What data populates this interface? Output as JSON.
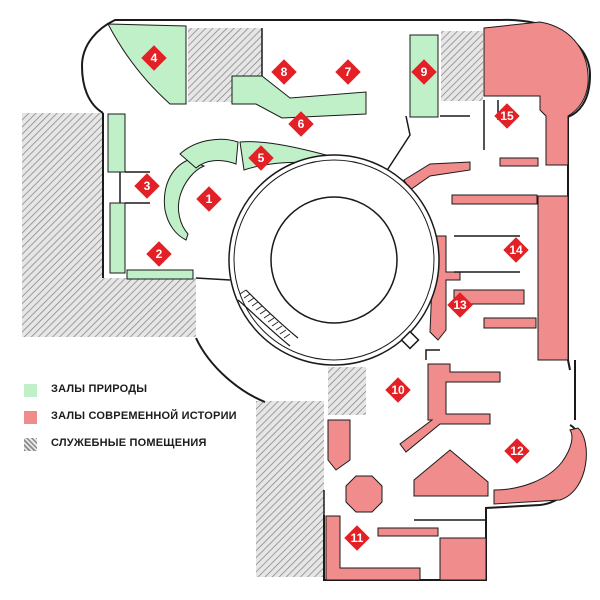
{
  "colors": {
    "nature": "#bff0c8",
    "history": "#f08c8c",
    "service_hatch": "#8a8a8a",
    "service_bg": "#e6e6e6",
    "marker": "#e32026",
    "wall": "#1a1a1a",
    "floor": "#ffffff"
  },
  "legend": [
    {
      "id": "nature",
      "label": "ЗАЛЫ ПРИРОДЫ",
      "swatch": "nature"
    },
    {
      "id": "history",
      "label": "ЗАЛЫ СОВРЕМЕННОЙ ИСТОРИИ",
      "swatch": "history"
    },
    {
      "id": "service",
      "label": "СЛУЖЕБНЫЕ ПОМЕЩЕНИЯ",
      "swatch": "service"
    }
  ],
  "rooms": [
    {
      "number": "1",
      "category": "nature"
    },
    {
      "number": "2",
      "category": "nature"
    },
    {
      "number": "3",
      "category": "nature"
    },
    {
      "number": "4",
      "category": "nature"
    },
    {
      "number": "5",
      "category": "nature"
    },
    {
      "number": "6",
      "category": "nature"
    },
    {
      "number": "7",
      "category": "nature"
    },
    {
      "number": "8",
      "category": "nature"
    },
    {
      "number": "9",
      "category": "nature"
    },
    {
      "number": "10",
      "category": "history"
    },
    {
      "number": "11",
      "category": "history"
    },
    {
      "number": "12",
      "category": "history"
    },
    {
      "number": "13",
      "category": "history"
    },
    {
      "number": "14",
      "category": "history"
    },
    {
      "number": "15",
      "category": "history"
    }
  ]
}
